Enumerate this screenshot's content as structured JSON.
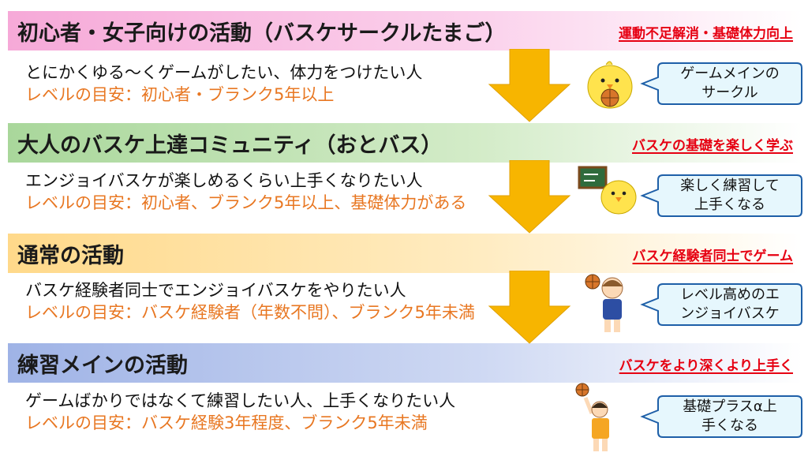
{
  "sections": [
    {
      "title": "初心者・女子向けの活動（バスケサークルたまご）",
      "tag": "運動不足解消・基礎体力向上",
      "description": "とにかくゆる～くゲームがしたい、体力をつけたい人",
      "level": "レベルの目安：初心者・ブランク5年以上",
      "callout_line1": "ゲームメインの",
      "callout_line2": "サークル"
    },
    {
      "title": "大人のバスケ上達コミュニティ（おとバス）",
      "tag": "バスケの基礎を楽しく学ぶ",
      "description": "エンジョイバスケが楽しめるくらい上手くなりたい人",
      "level": "レベルの目安：初心者、ブランク5年以上、基礎体力がある",
      "callout_line1": "楽しく練習して",
      "callout_line2": "上手くなる"
    },
    {
      "title": "通常の活動",
      "tag": "バスケ経験者同士でゲーム",
      "description": "バスケ経験者同士でエンジョイバスケをやりたい人",
      "level": "レベルの目安：バスケ経験者（年数不問）、ブランク5年未満",
      "callout_line1": "レベル高めのエ",
      "callout_line2": "ンジョイバスケ"
    },
    {
      "title": "練習メインの活動",
      "tag": "バスケをより深くより上手く",
      "description": "ゲームばかりではなくて練習したい人、上手くなりたい人",
      "level": "レベルの目安：バスケ経験3年程度、ブランク5年未満",
      "callout_line1": "基礎プラスα上",
      "callout_line2": "手くなる"
    }
  ],
  "colors": {
    "band1": "#f6a9d8",
    "band2": "#a9d79b",
    "band3": "#ffd98a",
    "band4": "#9fb3e6",
    "tag": "#e60012",
    "level": "#e87722",
    "arrow": "#f7b500",
    "callout_fill": "#e6f7fd",
    "callout_stroke": "#1e5fa8"
  },
  "icons": [
    "chick-basketball-icon",
    "chick-blackboard-icon",
    "girl-basketball-icon",
    "boy-shooting-icon"
  ]
}
